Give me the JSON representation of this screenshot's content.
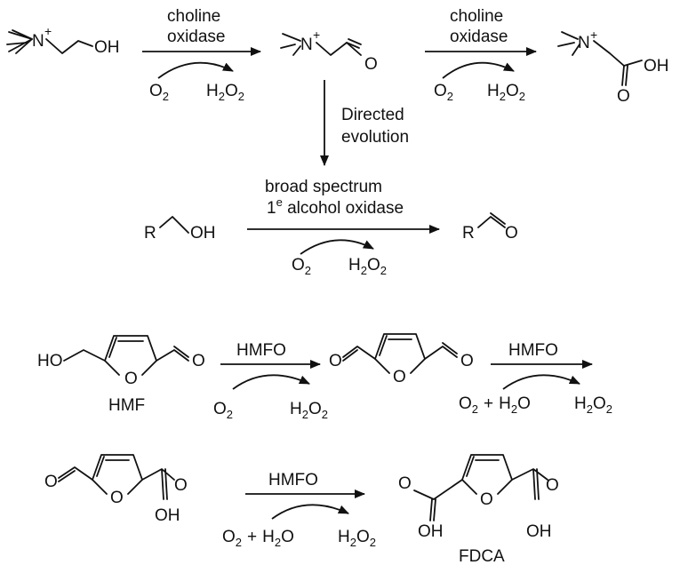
{
  "scheme1": {
    "step1": {
      "enzyme_line1": "choline",
      "enzyme_line2": "oxidase",
      "reagent": "O",
      "reagent_sub": "2",
      "product_h": "H",
      "product_h_sub": "2",
      "product_o": "O",
      "product_o_sub": "2"
    },
    "step2": {
      "enzyme_line1": "choline",
      "enzyme_line2": "oxidase",
      "reagent": "O",
      "reagent_sub": "2",
      "product_h": "H",
      "product_h_sub": "2",
      "product_o": "O",
      "product_o_sub": "2"
    },
    "choline": {
      "n_label": "N",
      "charge": "+",
      "oh": "OH"
    },
    "betaine_aldehyde": {
      "n_label": "N",
      "charge": "+",
      "o": "O"
    },
    "glycine_betaine": {
      "n_label": "N",
      "charge": "+",
      "oh": "OH",
      "o": "O"
    },
    "evolution": {
      "line1": "Directed",
      "line2": "evolution"
    }
  },
  "scheme2": {
    "enzyme_line1": "broad spectrum",
    "enzyme_line2_prefix": "1",
    "enzyme_line2_sup": "e",
    "enzyme_line2_rest": " alcohol oxidase",
    "reagent": "O",
    "reagent_sub": "2",
    "product_h": "H",
    "product_h_sub": "2",
    "product_o": "O",
    "product_o_sub": "2",
    "substrate": {
      "r": "R",
      "oh": "OH"
    },
    "product": {
      "r": "R",
      "o": "O"
    }
  },
  "scheme3": {
    "step1": {
      "enzyme": "HMFO",
      "reagent": "O",
      "reagent_sub": "2",
      "product_h": "H",
      "product_h_sub": "2",
      "product_o": "O",
      "product_o_sub": "2"
    },
    "step2": {
      "enzyme": "HMFO",
      "o2": "O",
      "o2_sub": "2",
      "plus": "+",
      "h2o_h": "H",
      "h2o_sub": "2",
      "h2o_o": "O",
      "product_h": "H",
      "product_h_sub": "2",
      "product_o": "O",
      "product_o_sub": "2"
    },
    "step3": {
      "enzyme": "HMFO",
      "o2": "O",
      "o2_sub": "2",
      "plus": "+",
      "h2o_h": "H",
      "h2o_sub": "2",
      "h2o_o": "O",
      "product_h": "H",
      "product_h_sub": "2",
      "product_o": "O",
      "product_o_sub": "2"
    },
    "hmf": {
      "ho": "HO",
      "ring_o": "O",
      "ald_o": "O",
      "name": "HMF"
    },
    "dff": {
      "o_left": "O",
      "ring_o": "O",
      "o_right": "O"
    },
    "ffca": {
      "o_left": "O",
      "ring_o": "O",
      "acid_o": "O",
      "acid_oh": "OH"
    },
    "fdca": {
      "o_left": "O",
      "oh_left": "OH",
      "ring_o": "O",
      "o_right": "O",
      "oh_right": "OH",
      "name": "FDCA"
    }
  }
}
